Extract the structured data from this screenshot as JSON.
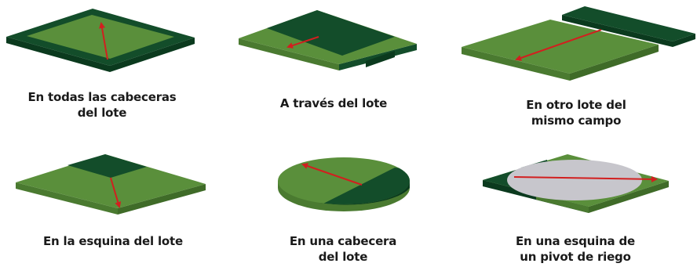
{
  "colors": {
    "light_green": "#5a8f3b",
    "light_green_side": "#4a7a30",
    "dark_green": "#134d2a",
    "dark_green_side": "#0b3a1e",
    "arrow_red": "#d21f1f",
    "pivot_gray": "#c7c6cc",
    "text": "#1a1a1a"
  },
  "scenarios": [
    {
      "id": "headlands-all",
      "caption_lines": [
        "En todas las cabeceras",
        "del lote"
      ]
    },
    {
      "id": "across",
      "caption_lines": [
        "A través del lote"
      ]
    },
    {
      "id": "other-lot",
      "caption_lines": [
        "En otro lote del",
        "mismo campo"
      ]
    },
    {
      "id": "corner",
      "caption_lines": [
        "En la esquina del lote"
      ]
    },
    {
      "id": "one-headland",
      "caption_lines": [
        "En una cabecera",
        "del lote"
      ]
    },
    {
      "id": "pivot-corner",
      "caption_lines": [
        "En una esquina de",
        "un pivot de riego"
      ]
    }
  ]
}
